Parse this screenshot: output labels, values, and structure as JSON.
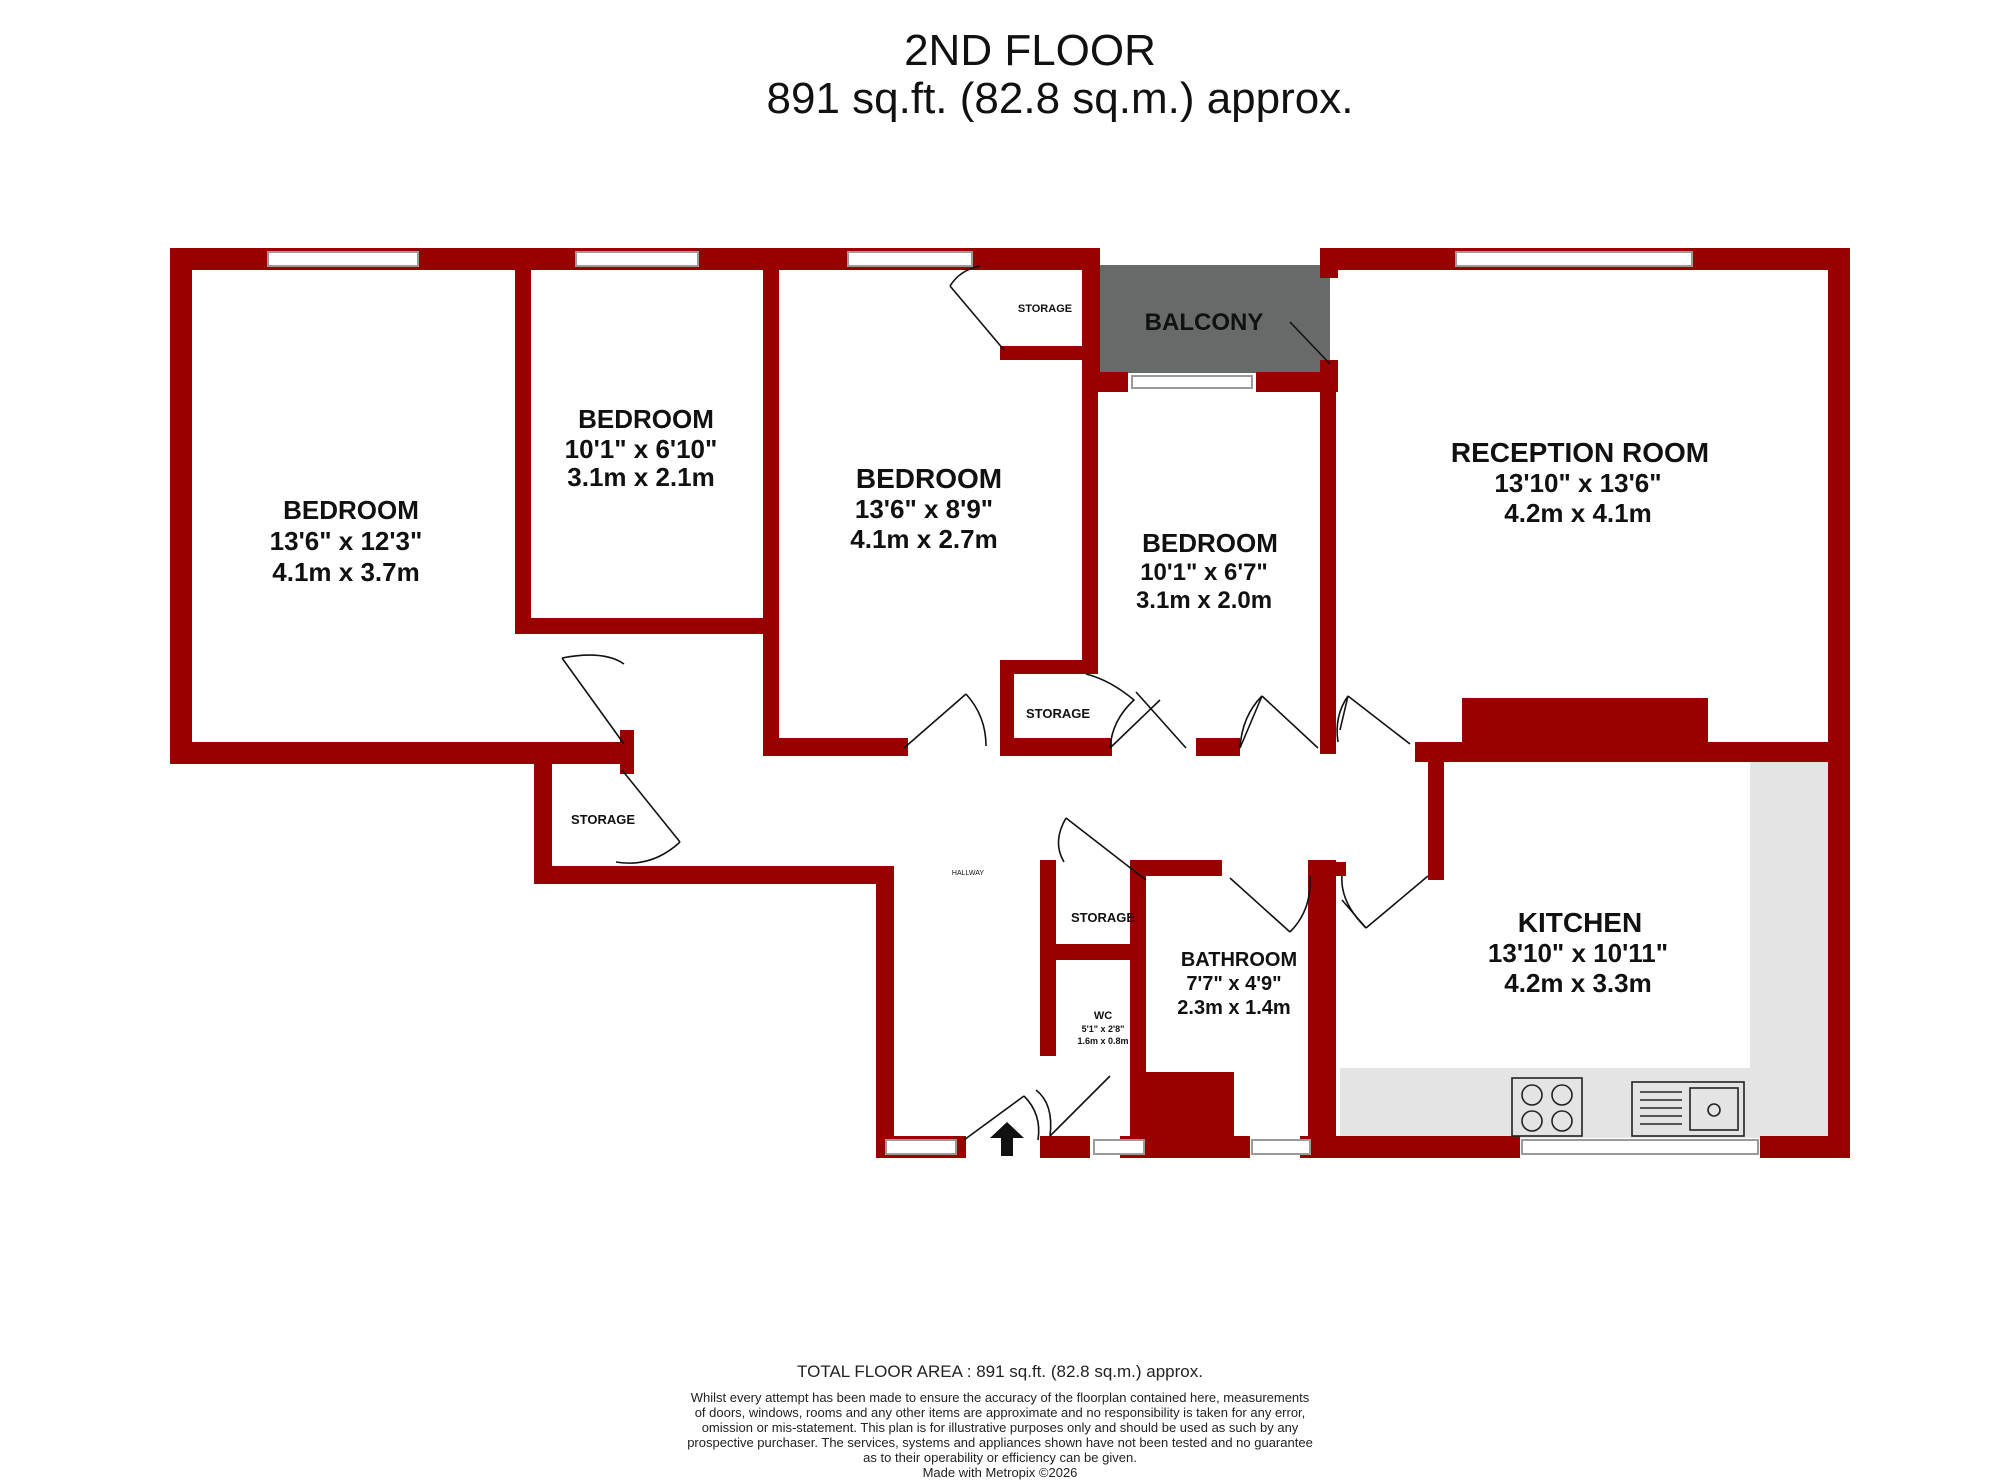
{
  "header": {
    "floor_title": "2ND FLOOR",
    "floor_area": "891 sq.ft. (82.8 sq.m.) approx."
  },
  "rooms": {
    "bedroom_1": {
      "name": "BEDROOM",
      "dim_imperial": "13'6\"  x 12'3\"",
      "dim_metric": "4.1m  x 3.7m"
    },
    "bedroom_2": {
      "name": "BEDROOM",
      "dim_imperial": "10'1\"  x 6'10\"",
      "dim_metric": "3.1m  x 2.1m"
    },
    "bedroom_3": {
      "name": "BEDROOM",
      "dim_imperial": "13'6\"  x 8'9\"",
      "dim_metric": "4.1m  x 2.7m"
    },
    "bedroom_4": {
      "name": "BEDROOM",
      "dim_imperial": "10'1\"  x 6'7\"",
      "dim_metric": "3.1m  x 2.0m"
    },
    "reception": {
      "name": "RECEPTION ROOM",
      "dim_imperial": "13'10\"  x 13'6\"",
      "dim_metric": "4.2m  x 4.1m"
    },
    "kitchen": {
      "name": "KITCHEN",
      "dim_imperial": "13'10\"  x 10'11\"",
      "dim_metric": "4.2m  x 3.3m"
    },
    "bathroom": {
      "name": "BATHROOM",
      "dim_imperial": "7'7\"  x 4'9\"",
      "dim_metric": "2.3m  x 1.4m"
    },
    "wc": {
      "name": "WC",
      "dim_imperial": "5'1\"  x 2'8\"",
      "dim_metric": "1.6m  x 0.8m"
    },
    "balcony": {
      "name": "BALCONY"
    },
    "hallway": {
      "name": "HALLWAY"
    },
    "storage": {
      "name": "STORAGE"
    }
  },
  "colors": {
    "wall": "#990000",
    "balcony": "#666b69",
    "counter": "#e4e4e4",
    "window": "#9a9a9a"
  },
  "icons": {
    "entrance": "entrance-arrow-icon",
    "hob": "hob-icon",
    "sink": "sink-icon"
  },
  "footer": {
    "total_area": "TOTAL FLOOR AREA : 891 sq.ft. (82.8 sq.m.) approx.",
    "disclaimer_lines": [
      "Whilst every attempt has been made to ensure the accuracy of the floorplan contained here, measurements",
      "of doors, windows, rooms and any other items are approximate and no responsibility is taken for any error,",
      "omission or mis-statement. This plan is for illustrative purposes only and should be used as such by any",
      "prospective purchaser. The services, systems and appliances shown have not been tested and no guarantee",
      "as to their operability or efficiency can be given."
    ],
    "made_with": "Made with Metropix ©2026"
  }
}
